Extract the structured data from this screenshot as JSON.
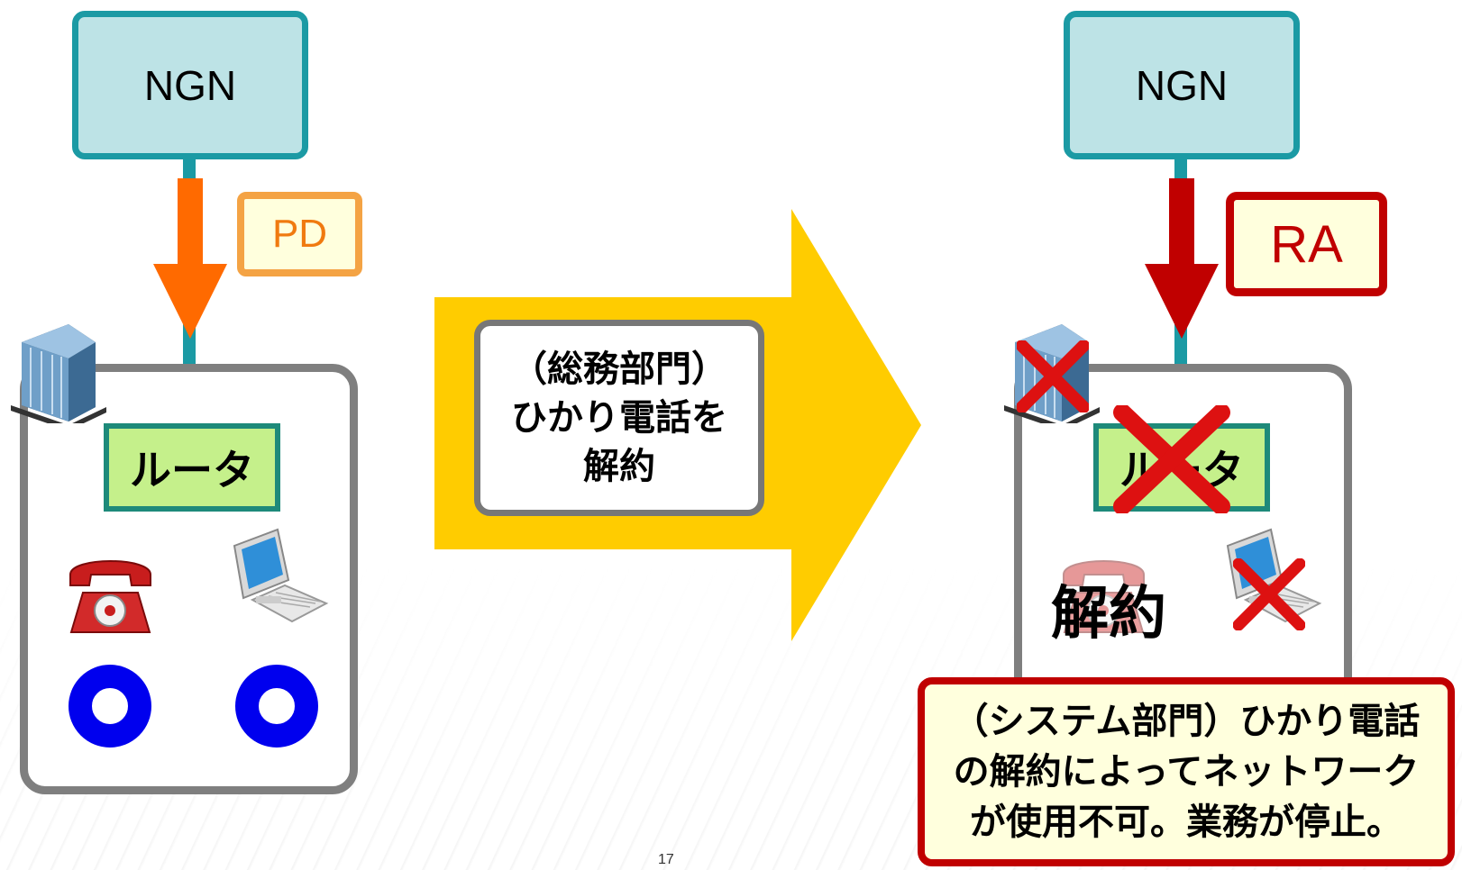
{
  "left": {
    "ngn_label": "NGN",
    "pd_label": "PD",
    "router_label": "ルータ"
  },
  "middle": {
    "action_text": "（総務部門）\nひかり電話を\n解約"
  },
  "right": {
    "ngn_label": "NGN",
    "ra_label": "RA",
    "router_label": "ルータ",
    "cancel_label": "解約",
    "result_text": "（システム部門）ひかり電話\nの解約によってネットワーク\nが使用不可。業務が停止。"
  },
  "page_number": "17",
  "colors": {
    "ngn_fill": "#bde3e6",
    "ngn_border": "#1b9aa4",
    "router_fill": "#c5f08b",
    "pd_arrow": "#ff6a00",
    "ra_arrow": "#c00000",
    "big_arrow": "#ffcc00",
    "ok_mark": "#0000ee",
    "x_mark": "#dd1111"
  }
}
